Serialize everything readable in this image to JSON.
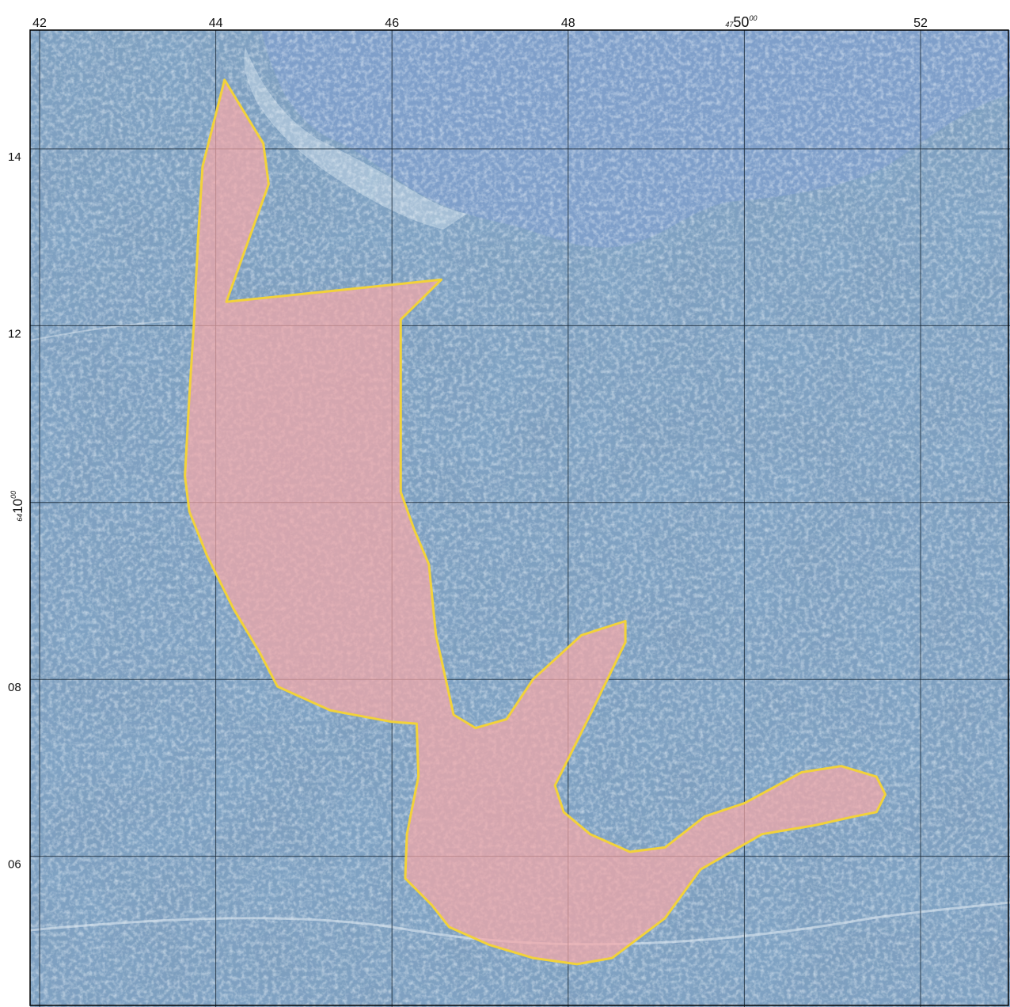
{
  "map": {
    "colors": {
      "imagery_base": "#7fa2c3",
      "imagery_light": "#a9c3dc",
      "imagery_dark": "#5f86ad",
      "water": "#7f9fca",
      "grid_line": "#1b2a38",
      "area_fill": "#f5a7a8",
      "area_stroke": "#f2d23a",
      "frame": "#000000"
    },
    "top_ticks": [
      {
        "label": "42",
        "value": 42
      },
      {
        "label": "44",
        "value": 44
      },
      {
        "label": "46",
        "value": 46
      },
      {
        "label": "48",
        "value": 48
      },
      {
        "label": "50",
        "value": 50,
        "prefix": "47",
        "superscript": "00"
      },
      {
        "label": "52",
        "value": 52
      }
    ],
    "left_ticks": [
      {
        "label": "14",
        "value": 14
      },
      {
        "label": "12",
        "value": 12
      },
      {
        "label": "10",
        "value": 10,
        "prefix": "64",
        "superscript": "00"
      },
      {
        "label": "08",
        "value": 8
      },
      {
        "label": "06",
        "value": 6
      }
    ],
    "highlight_area": {
      "fill_opacity": 0.72,
      "outline": [
        [
          44.1,
          14.78
        ],
        [
          44.54,
          14.06
        ],
        [
          44.6,
          13.6
        ],
        [
          44.12,
          12.27
        ],
        [
          46.56,
          12.52
        ],
        [
          46.1,
          12.07
        ],
        [
          46.1,
          10.12
        ],
        [
          46.25,
          9.7
        ],
        [
          46.42,
          9.3
        ],
        [
          46.5,
          8.5
        ],
        [
          46.7,
          7.6
        ],
        [
          46.95,
          7.45
        ],
        [
          47.3,
          7.55
        ],
        [
          47.6,
          8.0
        ],
        [
          48.15,
          8.5
        ],
        [
          48.65,
          8.66
        ],
        [
          48.65,
          8.42
        ],
        [
          48.25,
          7.6
        ],
        [
          47.85,
          6.8
        ],
        [
          47.95,
          6.5
        ],
        [
          48.25,
          6.25
        ],
        [
          48.7,
          6.05
        ],
        [
          49.1,
          6.1
        ],
        [
          49.55,
          6.45
        ],
        [
          50.0,
          6.6
        ],
        [
          50.65,
          6.95
        ],
        [
          51.1,
          7.02
        ],
        [
          51.5,
          6.9
        ],
        [
          51.6,
          6.7
        ],
        [
          51.5,
          6.5
        ],
        [
          51.25,
          6.45
        ],
        [
          50.8,
          6.35
        ],
        [
          50.2,
          6.25
        ],
        [
          49.5,
          5.85
        ],
        [
          49.1,
          5.3
        ],
        [
          48.5,
          4.85
        ],
        [
          48.1,
          4.78
        ],
        [
          47.6,
          4.85
        ],
        [
          47.1,
          5.0
        ],
        [
          46.65,
          5.2
        ],
        [
          46.45,
          5.45
        ],
        [
          46.15,
          5.75
        ],
        [
          46.17,
          6.25
        ],
        [
          46.3,
          6.9
        ],
        [
          46.28,
          7.5
        ],
        [
          46.0,
          7.52
        ],
        [
          45.3,
          7.65
        ],
        [
          44.7,
          7.92
        ],
        [
          44.5,
          8.3
        ],
        [
          44.2,
          8.8
        ],
        [
          43.9,
          9.4
        ],
        [
          43.7,
          9.9
        ],
        [
          43.65,
          10.3
        ],
        [
          43.7,
          11.2
        ],
        [
          43.75,
          12.0
        ],
        [
          43.8,
          13.0
        ],
        [
          43.85,
          13.8
        ],
        [
          44.1,
          14.78
        ]
      ]
    }
  }
}
